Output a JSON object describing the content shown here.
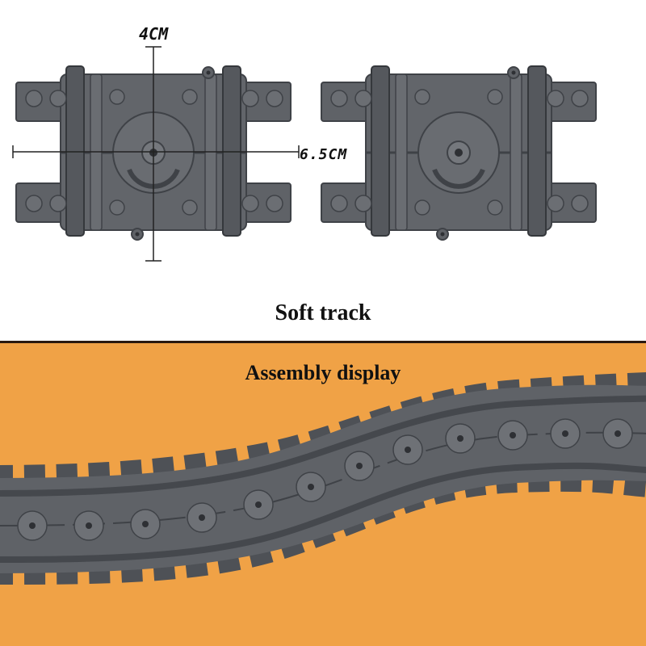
{
  "labels": {
    "height_dimension": "4CM",
    "width_dimension": "6.5CM",
    "top_caption": "Soft track",
    "bottom_caption": "Assembly display"
  },
  "colors": {
    "track_gray": "#5f6267",
    "track_dark": "#3f4247",
    "track_light": "#8a8d92",
    "background_orange": "#f0a246"
  }
}
